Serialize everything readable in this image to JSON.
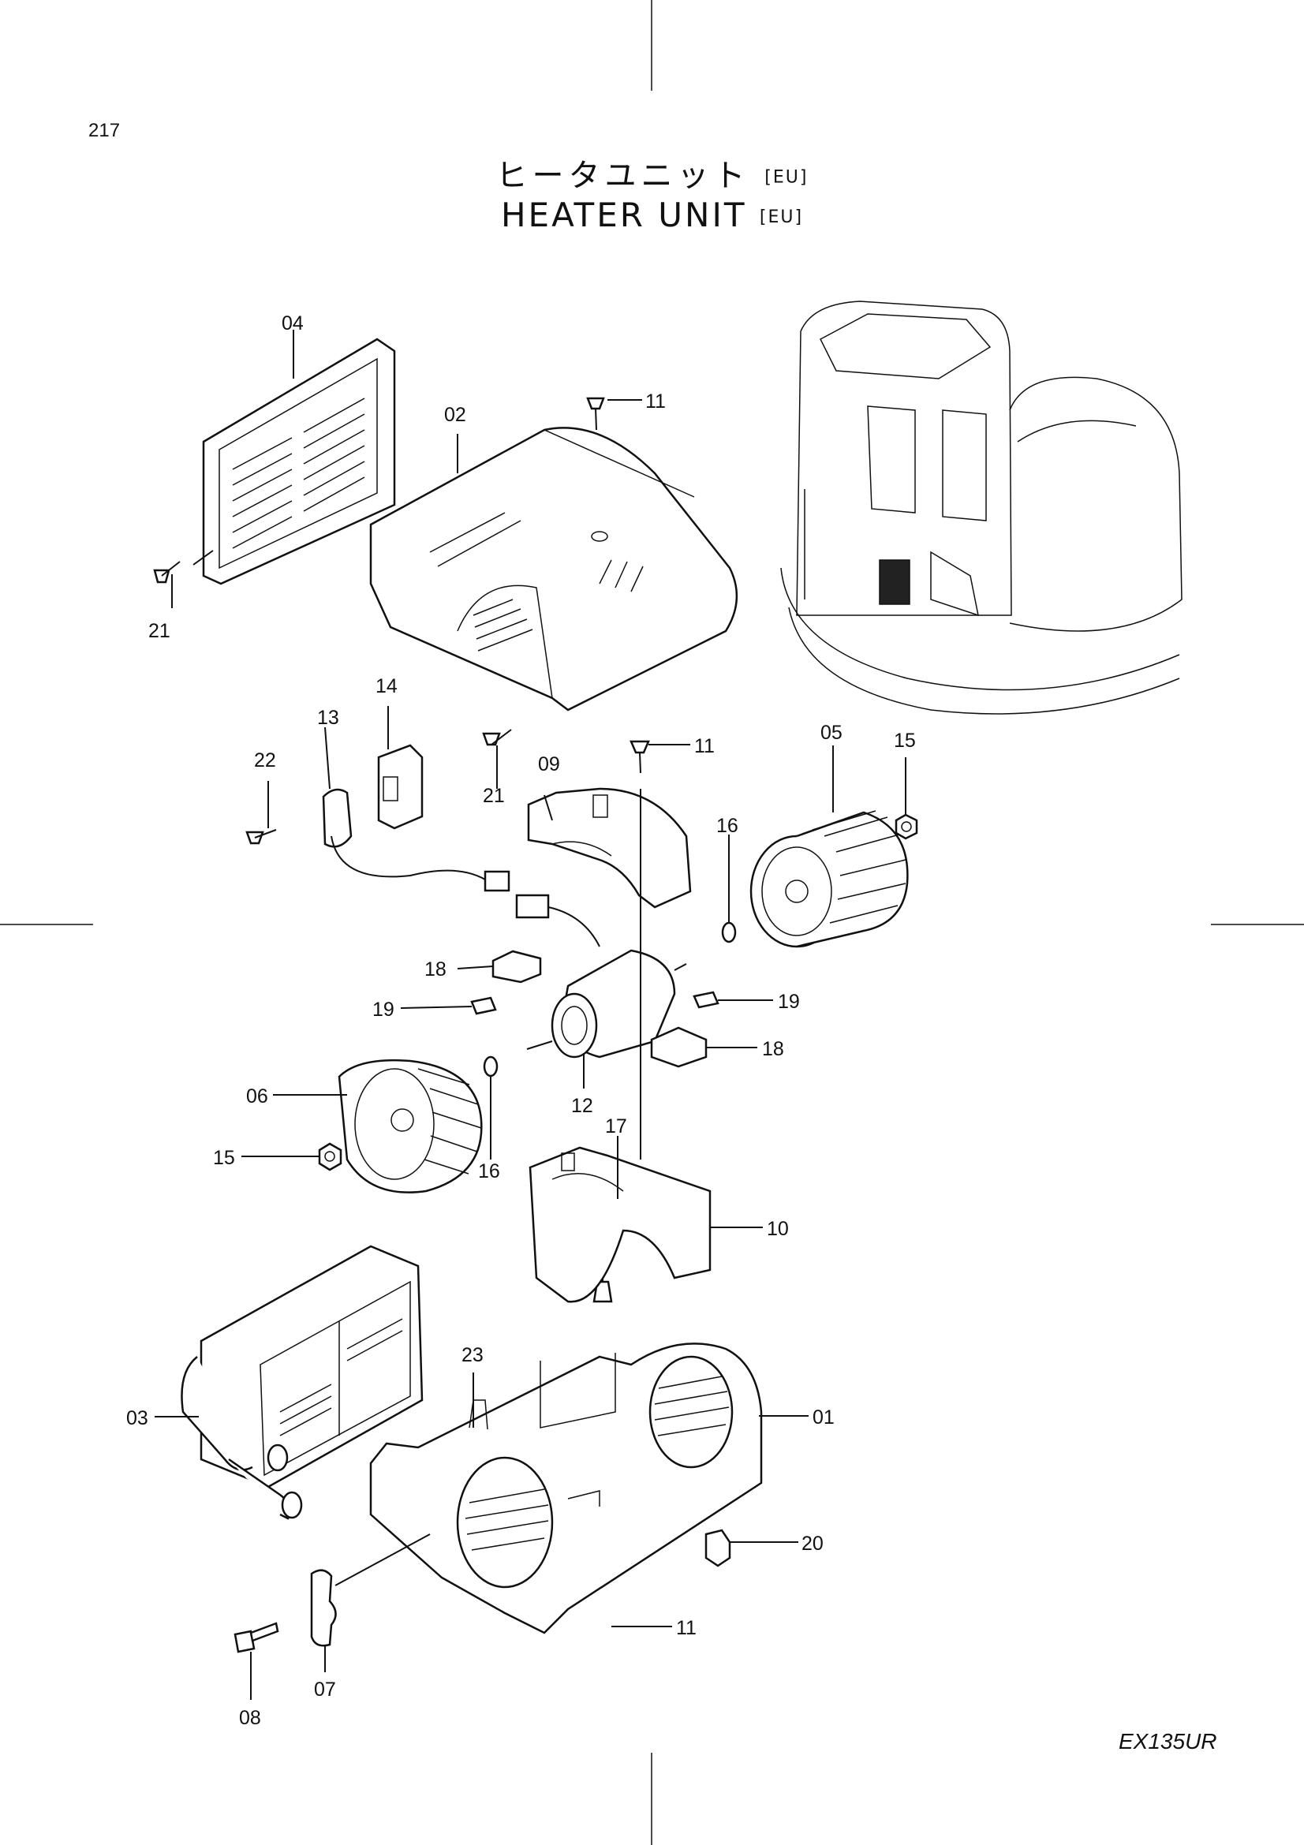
{
  "page_number": "217",
  "title": {
    "jp": "ヒータユニット",
    "en": "HEATER  UNIT",
    "region_tag": "[EU]"
  },
  "model": "EX135UR",
  "callouts": {
    "p01": "01",
    "p02": "02",
    "p03": "03",
    "p04": "04",
    "p05": "05",
    "p06": "06",
    "p07": "07",
    "p08": "08",
    "p09": "09",
    "p10": "10",
    "p12": "12",
    "p13": "13",
    "p14": "14",
    "p17": "17",
    "p20": "20",
    "p22": "22",
    "p23": "23",
    "p11": "11",
    "p15": "15",
    "p16": "16",
    "p18": "18",
    "p19": "19",
    "p21": "21"
  }
}
